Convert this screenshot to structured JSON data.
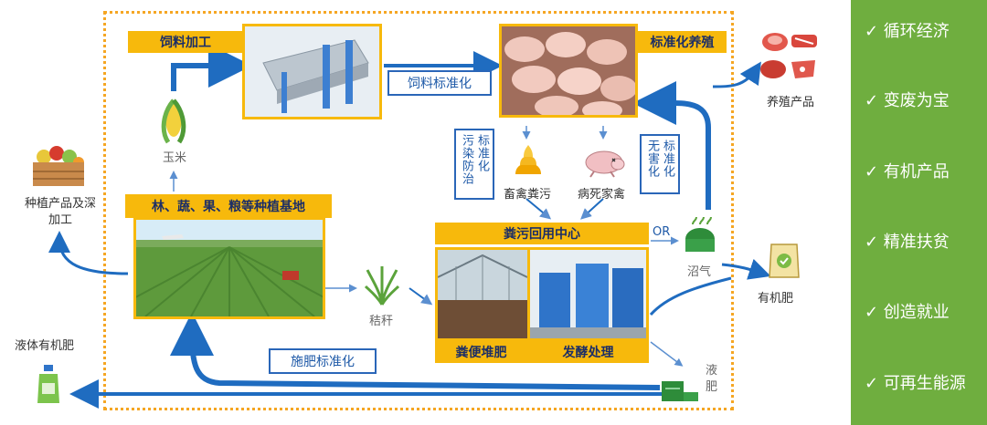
{
  "nodes": {
    "feed_processing": "饲料加工",
    "standard_breeding": "标准化养殖",
    "breeding_products": "养殖产品",
    "corn": "玉米",
    "planting_products": "种植产品及深加工",
    "planting_base": "林、蔬、果、粮等种植基地",
    "manure_center": "粪污回用中心",
    "livestock_manure": "畜禽粪污",
    "dead_poultry": "病死家禽",
    "or": "OR",
    "biogas": "沼气",
    "organic_fertilizer": "有机肥",
    "straw": "秸秆",
    "manure_compost": "粪便堆肥",
    "fermentation": "发酵处理",
    "liquid_fertilizer": "液肥",
    "liquid_organic_fertilizer": "液体有机肥"
  },
  "standards": {
    "feed_standard": "饲料标准化",
    "pollution_standard_a": "污染防治",
    "pollution_standard_b": "标准化",
    "harmless_standard_a": "无害化",
    "harmless_standard_b": "标准化",
    "fertilizer_standard": "施肥标准化"
  },
  "sidebar": {
    "items": [
      "✓ 循环经济",
      "✓ 变废为宝",
      "✓ 有机产品",
      "✓ 精准扶贫",
      "✓ 创造就业",
      "✓ 可再生能源"
    ]
  },
  "colors": {
    "accent_yellow": "#f7b90c",
    "arrow_blue": "#1f6cc0",
    "sidebar_green": "#6fae3f",
    "frame_orange": "#f5a623"
  }
}
